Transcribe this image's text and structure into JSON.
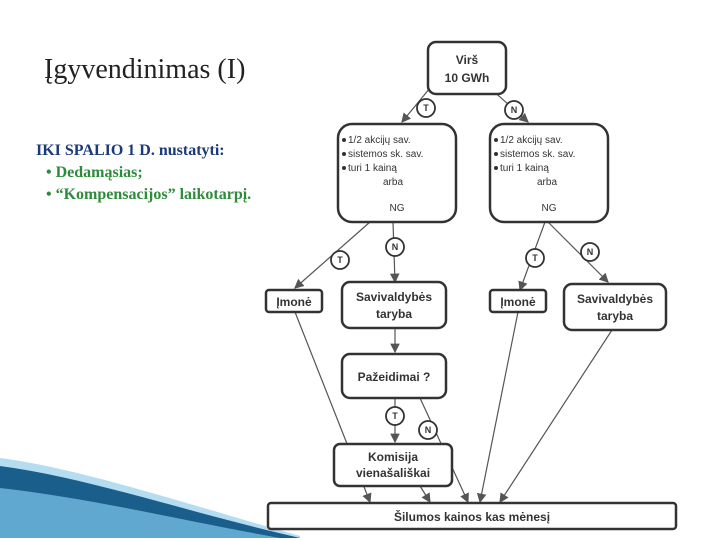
{
  "title": "Įgyvendinimas (I)",
  "intro": {
    "heading": "IKI SPALIO 1 D. nustatyti:",
    "bullets": [
      "• Dedamąsias;",
      "• “Kompensacijos” laikotarpį."
    ]
  },
  "diagram": {
    "top": {
      "line1": "Virš",
      "line2": "10 GWh"
    },
    "left_criteria": {
      "items": [
        "1/2 akcijų sav.",
        "sistemos sk. sav.",
        "turi 1 kainą"
      ],
      "join": "arba",
      "footer": "NG"
    },
    "right_criteria": {
      "items": [
        "1/2 akcijų sav.",
        "sistemos sk. sav.",
        "turi 1 kainą"
      ],
      "join": "arba",
      "footer": "NG"
    },
    "imone_left": "Įmonė",
    "taryba_left": {
      "line1": "Savivaldybės",
      "line2": "taryba"
    },
    "imone_right": "Įmonė",
    "taryba_right": {
      "line1": "Savivaldybės",
      "line2": "taryba"
    },
    "pazeidimai": "Pažeidimai ?",
    "komisija": {
      "line1": "Komisija",
      "line2": "vienašališkai"
    },
    "bottom": "Šilumos kainos kas mėnesį",
    "yes_label": "T",
    "no_label": "N"
  }
}
